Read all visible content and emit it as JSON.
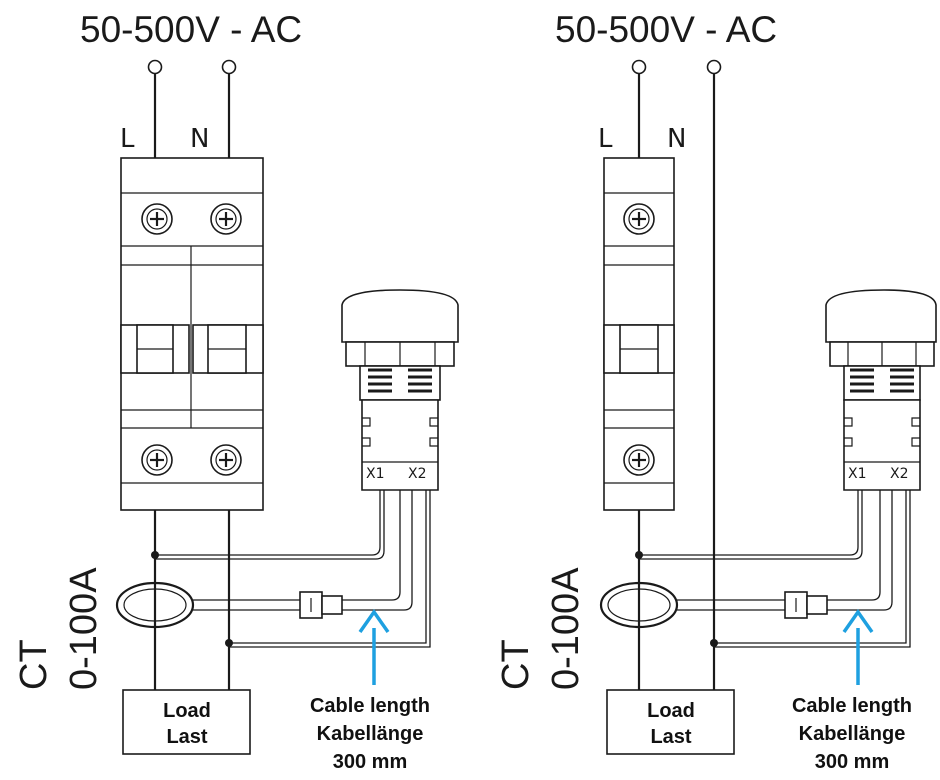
{
  "diagrams": [
    {
      "supply_label": "50-500V - AC",
      "terminal_l": "L",
      "terminal_n": "N",
      "ct_label_1": "CT",
      "ct_label_2": "0-100A",
      "x1_label": "X1",
      "x2_label": "X2",
      "load_line1": "Load",
      "load_line2": "Last",
      "cable_line1": "Cable length",
      "cable_line2": "Kabellänge",
      "cable_line3": "300 mm",
      "breaker_type": "2-pole",
      "arrow_color": "#1ea0e0"
    },
    {
      "supply_label": "50-500V - AC",
      "terminal_l": "L",
      "terminal_n": "N",
      "ct_label_1": "CT",
      "ct_label_2": "0-100A",
      "x1_label": "X1",
      "x2_label": "X2",
      "load_line1": "Load",
      "load_line2": "Last",
      "cable_line1": "Cable length",
      "cable_line2": "Kabellänge",
      "cable_line3": "300 mm",
      "breaker_type": "1-pole",
      "arrow_color": "#1ea0e0"
    }
  ]
}
